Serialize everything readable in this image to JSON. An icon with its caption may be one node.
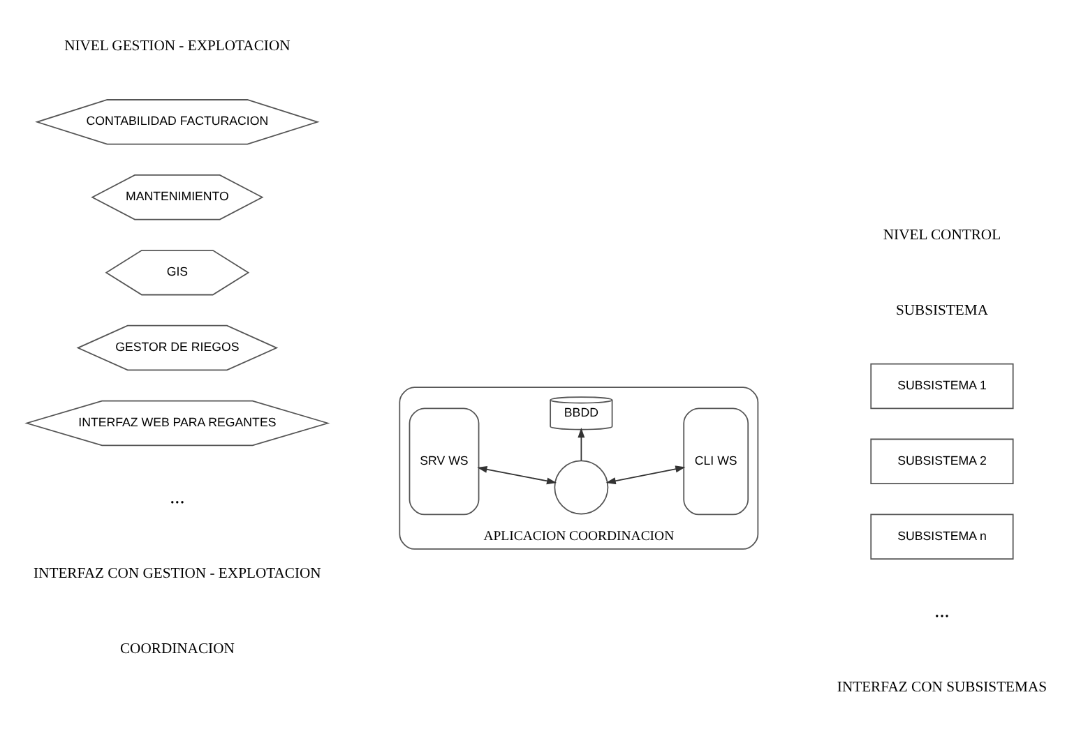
{
  "diagram": {
    "nodes": [
      {
        "text": [
          "CONTABILIDAD FACTURACION"
        ]
      },
      {
        "text": [
          "MANTENIMIENTO"
        ]
      },
      {
        "text": [
          "GIS"
        ]
      },
      {
        "text": [
          "GESTOR DE RIEGOS"
        ]
      },
      {
        "text": [
          "INTERFAZ WEB PARA REGANTES"
        ]
      },
      {
        "text": [
          "APLICACION COORDINACION"
        ]
      },
      {
        "text": [
          "SRV WS"
        ],
        "in": 5
      },
      {
        "text": [],
        "shape": "circle",
        "in": 5
      },
      {
        "text": [
          "CLI WS"
        ],
        "in": 5
      },
      {
        "text": [
          "BBDD"
        ],
        "in": 5
      },
      {
        "text": [
          "SUBSISTEMA 1"
        ]
      },
      {
        "text": [
          "SUBSISTEMA 2"
        ]
      },
      {
        "text": [
          "SUBSISTEMA n"
        ]
      }
    ],
    "edges": [
      {
        "from": 6,
        "to": 7,
        "arrow": "both"
      },
      {
        "from": 7,
        "to": 8,
        "arrow": "both"
      },
      {
        "from": 7,
        "to": 9,
        "arrow": "to"
      }
    ],
    "labels": [
      "NIVEL GESTION - EXPLOTACION",
      "NIVEL CONTROL",
      "COORDINACION",
      "SUBSISTEMA",
      "...",
      "...",
      "INTERFAZ CON GESTION - EXPLOTACION",
      "INTERFAZ CON SUBSISTEMAS"
    ]
  }
}
